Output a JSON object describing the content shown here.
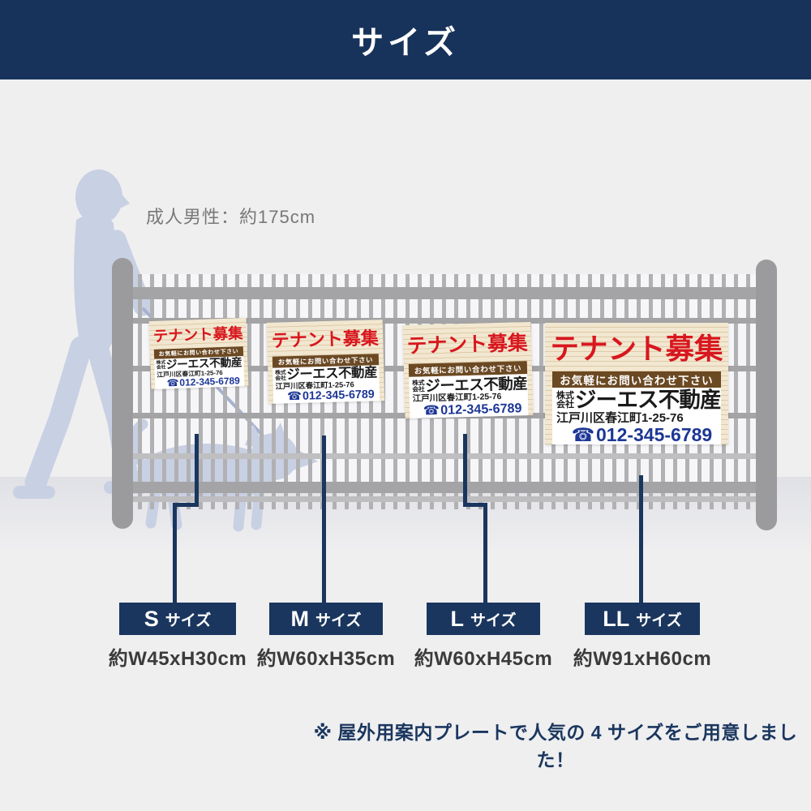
{
  "header": {
    "title": "サイズ"
  },
  "reference_label": "成人男性：約175cm",
  "sign": {
    "headline": "テナント募集",
    "contact": "お気軽にお問い合わせ下さい",
    "company_prefix_top": "株式",
    "company_prefix_bottom": "会社",
    "company_name": "ジーエス不動産",
    "address": "江戸川区春江町1-25-76",
    "phone_icon": "☎",
    "phone": "012-345-6789"
  },
  "sizes": [
    {
      "code": "S",
      "suffix": "サイズ",
      "dimensions": "約W45xH30cm"
    },
    {
      "code": "M",
      "suffix": "サイズ",
      "dimensions": "約W60xH35cm"
    },
    {
      "code": "L",
      "suffix": "サイズ",
      "dimensions": "約W60xH45cm"
    },
    {
      "code": "LL",
      "suffix": "サイズ",
      "dimensions": "約W91xH60cm"
    }
  ],
  "footnote": "※ 屋外用案内プレートで人気の 4 サイズをご用意しました！",
  "colors": {
    "navy": "#1a365e",
    "red": "#d8171e",
    "brown": "#6b4923",
    "phone_blue": "#1d3796",
    "wood": "#f2e7d0",
    "silhouette": "#c8d0e3"
  }
}
